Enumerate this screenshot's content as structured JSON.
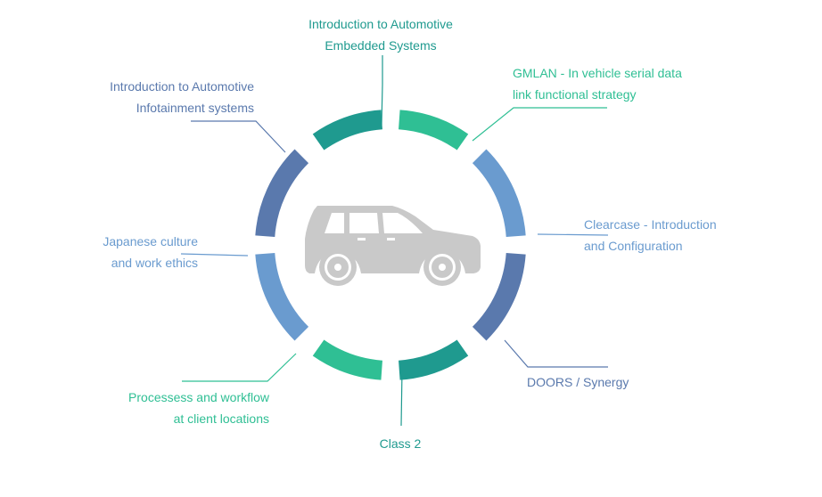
{
  "colors": {
    "teal_dark": "#1f9a8f",
    "teal_light": "#2fbf94",
    "blue_light": "#6a9bcf",
    "blue_dark": "#5a79ad",
    "car": "#c9c9c9"
  },
  "icons": {
    "center": "car-icon"
  },
  "topics": [
    {
      "id": "embedded",
      "lines": [
        "Introduction to Automotive",
        "Embedded Systems"
      ],
      "color": "#1f9a8f"
    },
    {
      "id": "gmlan",
      "lines": [
        "GMLAN - In vehicle serial data",
        "link functional strategy"
      ],
      "color": "#2fbf94"
    },
    {
      "id": "clearcase",
      "lines": [
        "Clearcase - Introduction",
        "and Configuration"
      ],
      "color": "#6a9bcf"
    },
    {
      "id": "doors",
      "lines": [
        "DOORS / Synergy"
      ],
      "color": "#5a79ad"
    },
    {
      "id": "class2",
      "lines": [
        "Class 2"
      ],
      "color": "#1f9a8f"
    },
    {
      "id": "processes",
      "lines": [
        "Processess and workflow",
        "at client locations"
      ],
      "color": "#2fbf94"
    },
    {
      "id": "japanese",
      "lines": [
        "Japanese culture",
        "and work ethics"
      ],
      "color": "#6a9bcf"
    },
    {
      "id": "infotainment",
      "lines": [
        "Introduction to Automotive",
        "Infotainment systems"
      ],
      "color": "#5a79ad"
    }
  ]
}
